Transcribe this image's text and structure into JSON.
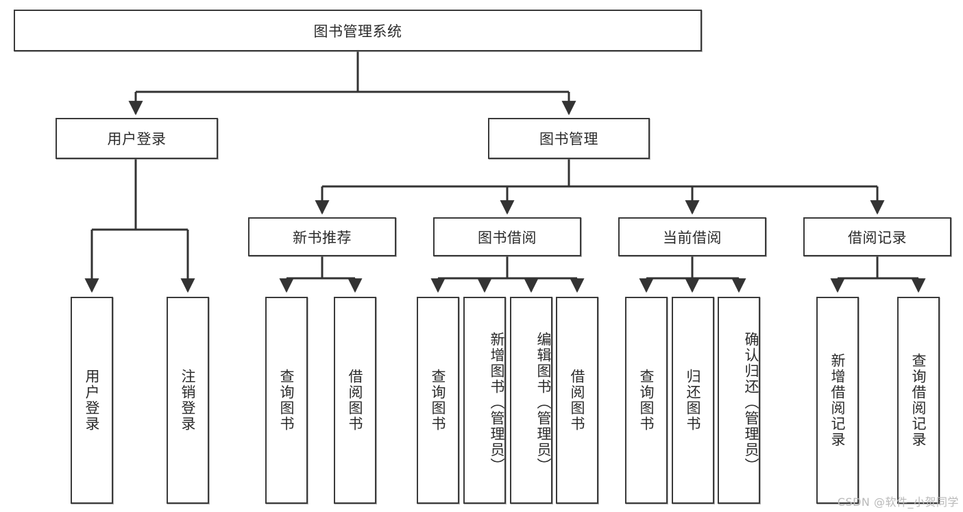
{
  "diagram": {
    "type": "tree",
    "title": "图书管理系统",
    "watermark": "CSDN @软件_小贺同学",
    "colors": {
      "box_border": "#3a3a3a",
      "box_fill": "#ffffff",
      "connector": "#333333",
      "text": "#2b2b2b",
      "watermark": "#b9b9b9"
    },
    "root": {
      "label": "图书管理系统"
    },
    "level2": [
      {
        "label": "用户登录"
      },
      {
        "label": "图书管理"
      }
    ],
    "level3": [
      {
        "label": "新书推荐"
      },
      {
        "label": "图书借阅"
      },
      {
        "label": "当前借阅"
      },
      {
        "label": "借阅记录"
      }
    ],
    "leaves": {
      "user_login": [
        {
          "label": "用户登录"
        },
        {
          "label": "注销登录"
        }
      ],
      "new_book": [
        {
          "label": "查询图书"
        },
        {
          "label": "借阅图书"
        }
      ],
      "book_borrow": [
        {
          "label": "查询图书"
        },
        {
          "label": "新增图书（管理员）"
        },
        {
          "label": "编辑图书（管理员）"
        },
        {
          "label": "借阅图书"
        }
      ],
      "current_borrow": [
        {
          "label": "查询图书"
        },
        {
          "label": "归还图书"
        },
        {
          "label": "确认归还（管理员）"
        }
      ],
      "borrow_record": [
        {
          "label": "新增借阅记录"
        },
        {
          "label": "查询借阅记录"
        }
      ]
    }
  }
}
